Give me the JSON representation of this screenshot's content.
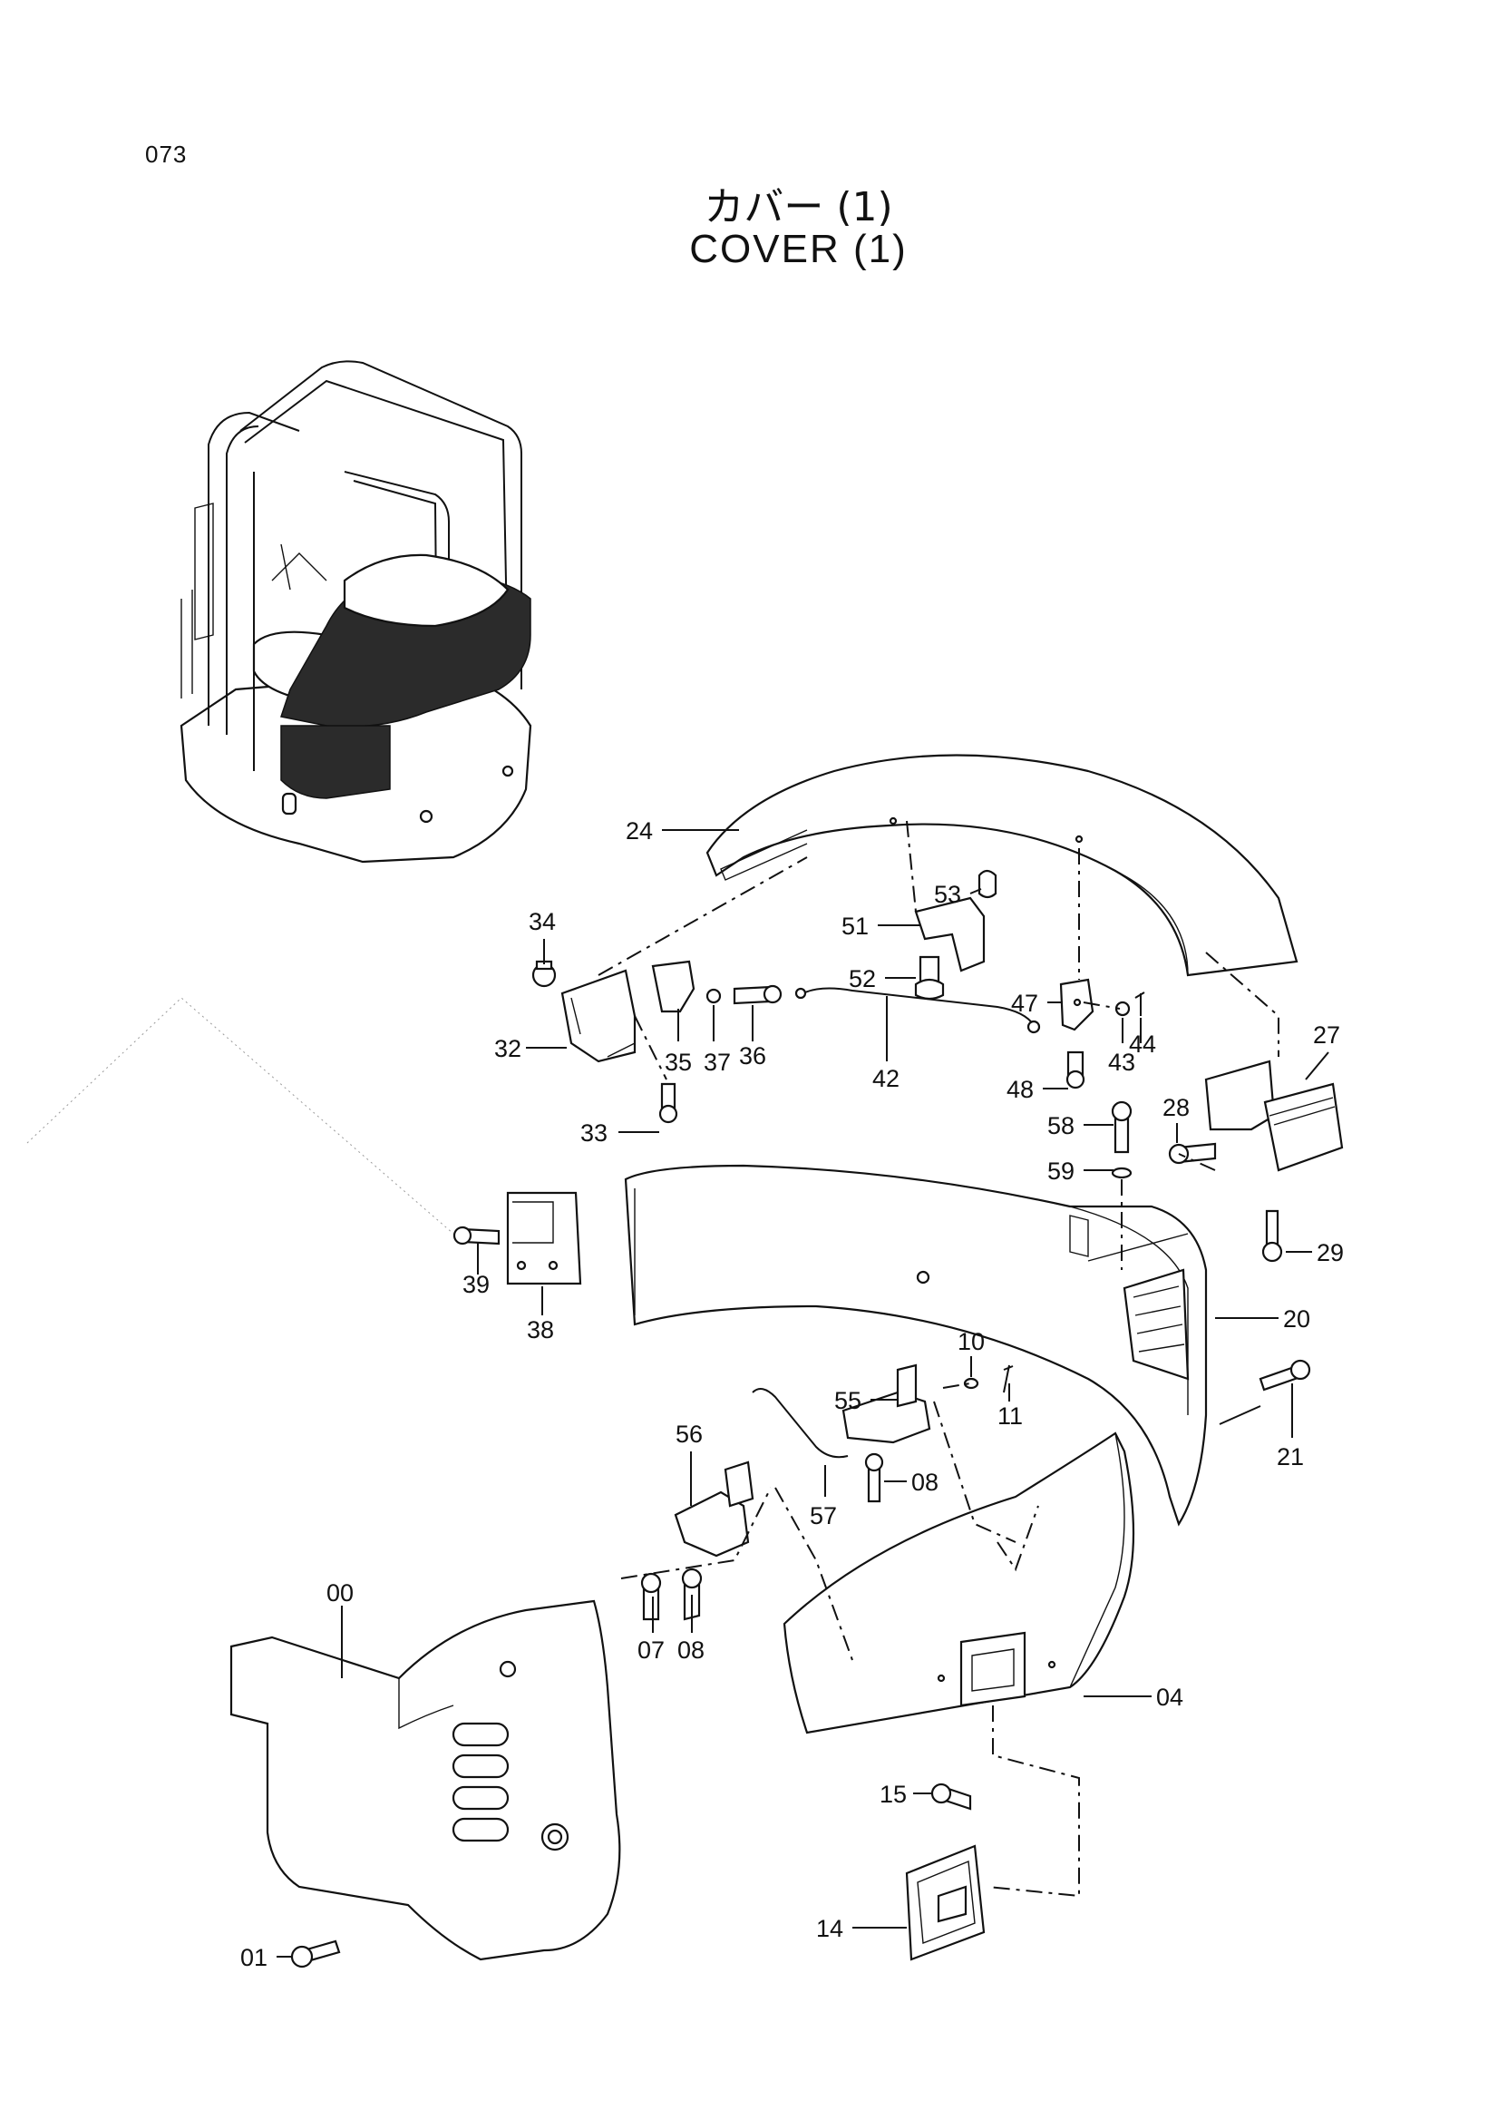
{
  "page_number": "073",
  "title_jp": "カバー (1)",
  "title_en": "COVER (1)",
  "callouts": {
    "c24": "24",
    "c53": "53",
    "c51": "51",
    "c52": "52",
    "c34": "34",
    "c32": "32",
    "c35": "35",
    "c37": "37",
    "c36": "36",
    "c33": "33",
    "c42": "42",
    "c47": "47",
    "c48": "48",
    "c43": "43",
    "c44": "44",
    "c27": "27",
    "c28": "28",
    "c58": "58",
    "c59": "59",
    "c29": "29",
    "c39": "39",
    "c38": "38",
    "c20": "20",
    "c10": "10",
    "c11": "11",
    "c55": "55",
    "c21": "21",
    "c56": "56",
    "c57": "57",
    "c08a": "08",
    "c00": "00",
    "c07": "07",
    "c08b": "08",
    "c04": "04",
    "c15": "15",
    "c14": "14",
    "c01": "01"
  }
}
